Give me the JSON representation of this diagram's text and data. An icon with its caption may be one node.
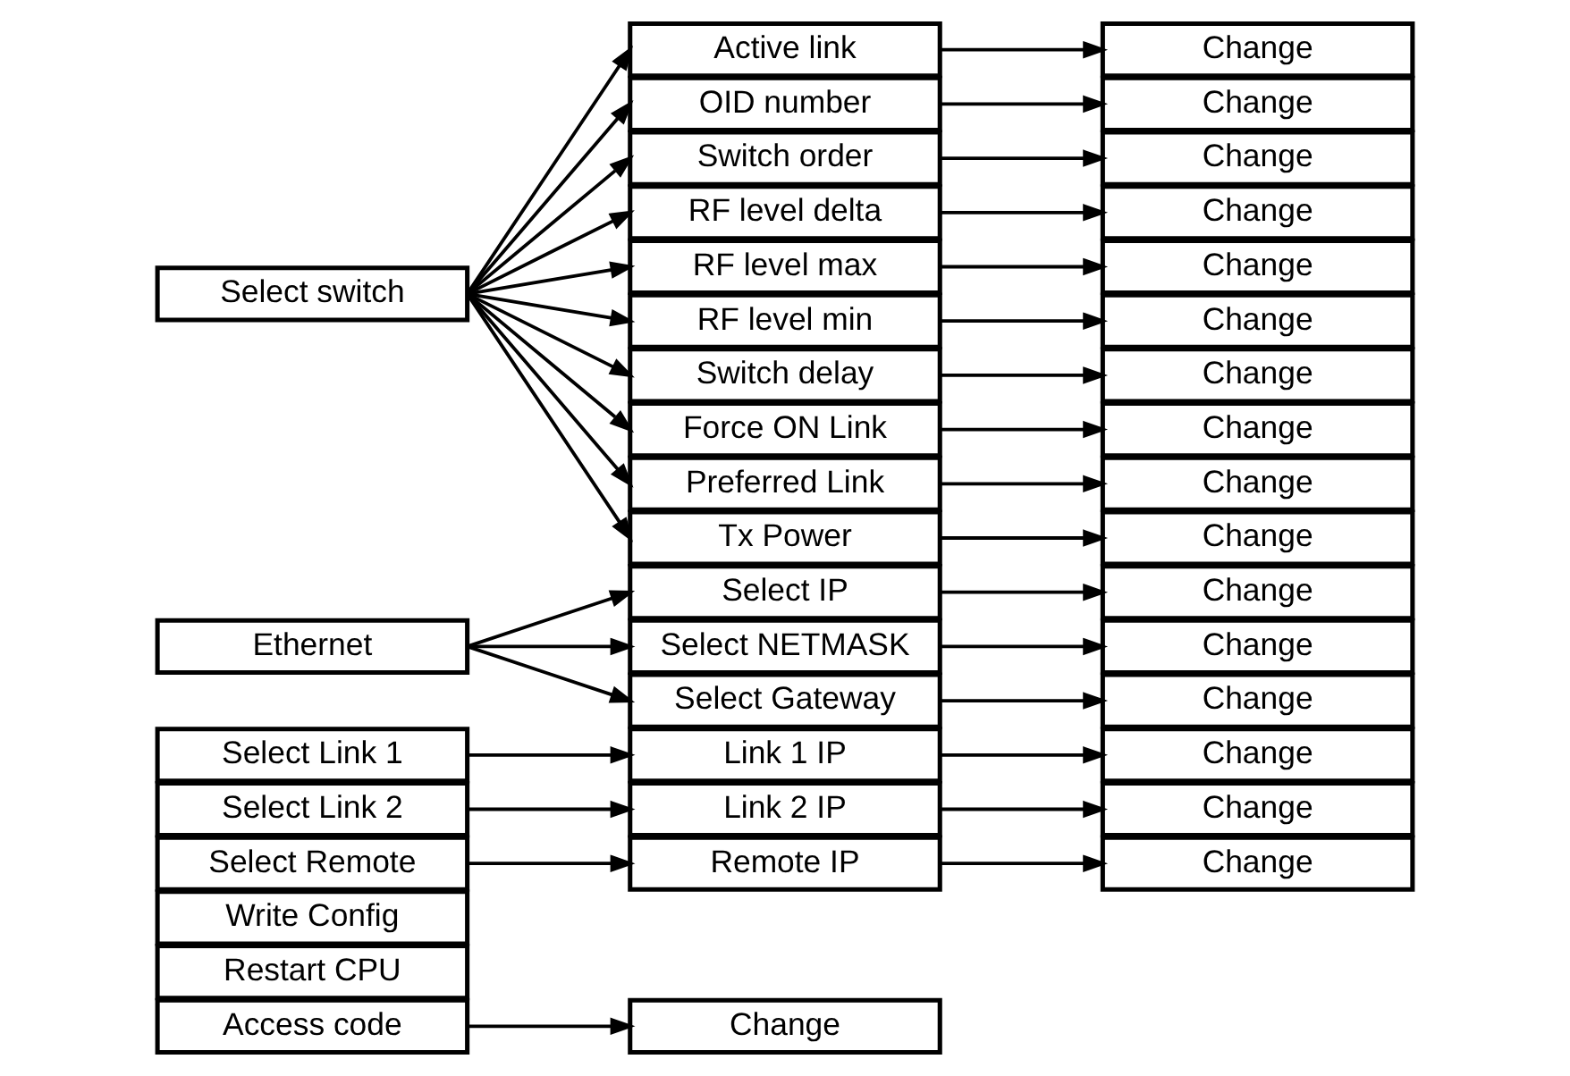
{
  "diagram": {
    "nodes": [
      {
        "text": [
          "Access code"
        ]
      },
      {
        "text": [
          "Restart CPU"
        ]
      },
      {
        "text": [
          "Write Config"
        ]
      },
      {
        "text": [
          "Select Remote"
        ]
      },
      {
        "text": [
          "Select Link 2"
        ]
      },
      {
        "text": [
          "Select Link 1"
        ]
      },
      {
        "text": [
          "Ethernet"
        ]
      },
      {
        "text": [
          "Select switch"
        ]
      },
      {
        "text": [
          "Change"
        ]
      },
      {
        "text": [
          "Remote IP"
        ]
      },
      {
        "text": [
          "Link 2 IP"
        ]
      },
      {
        "text": [
          "Link 1 IP"
        ]
      },
      {
        "text": [
          "Select IP"
        ]
      },
      {
        "text": [
          "Select NETMASK"
        ]
      },
      {
        "text": [
          "Select Gateway"
        ]
      },
      {
        "text": [
          "Active link"
        ]
      },
      {
        "text": [
          "OID number"
        ]
      },
      {
        "text": [
          "Switch order"
        ]
      },
      {
        "text": [
          "RF level delta"
        ]
      },
      {
        "text": [
          "RF level max"
        ]
      },
      {
        "text": [
          "RF level min"
        ]
      },
      {
        "text": [
          "Switch delay"
        ]
      },
      {
        "text": [
          "Force ON Link"
        ]
      },
      {
        "text": [
          "Preferred Link"
        ]
      },
      {
        "text": [
          "Tx Power"
        ]
      },
      {
        "text": [
          "Change"
        ]
      },
      {
        "text": [
          "Change"
        ]
      },
      {
        "text": [
          "Change"
        ]
      },
      {
        "text": [
          "Change"
        ]
      },
      {
        "text": [
          "Change"
        ]
      },
      {
        "text": [
          "Change"
        ]
      },
      {
        "text": [
          "Change"
        ]
      },
      {
        "text": [
          "Change"
        ]
      },
      {
        "text": [
          "Change"
        ]
      },
      {
        "text": [
          "Change"
        ]
      },
      {
        "text": [
          "Change"
        ]
      },
      {
        "text": [
          "Change"
        ]
      },
      {
        "text": [
          "Change"
        ]
      },
      {
        "text": [
          "Change"
        ]
      },
      {
        "text": [
          "Change"
        ]
      },
      {
        "text": [
          "Change"
        ]
      }
    ],
    "edges": [
      {
        "from": 0,
        "to": 8,
        "arrow": "to"
      },
      {
        "from": 3,
        "to": 9,
        "arrow": "to"
      },
      {
        "from": 4,
        "to": 10,
        "arrow": "to"
      },
      {
        "from": 5,
        "to": 11,
        "arrow": "to"
      },
      {
        "from": 6,
        "to": 12,
        "arrow": "to"
      },
      {
        "from": 6,
        "to": 13,
        "arrow": "to"
      },
      {
        "from": 6,
        "to": 14,
        "arrow": "to"
      },
      {
        "from": 7,
        "to": 15,
        "arrow": "to"
      },
      {
        "from": 7,
        "to": 16,
        "arrow": "to"
      },
      {
        "from": 7,
        "to": 17,
        "arrow": "to"
      },
      {
        "from": 7,
        "to": 18,
        "arrow": "to"
      },
      {
        "from": 7,
        "to": 19,
        "arrow": "to"
      },
      {
        "from": 7,
        "to": 20,
        "arrow": "to"
      },
      {
        "from": 7,
        "to": 21,
        "arrow": "to"
      },
      {
        "from": 7,
        "to": 22,
        "arrow": "to"
      },
      {
        "from": 7,
        "to": 23,
        "arrow": "to"
      },
      {
        "from": 7,
        "to": 24,
        "arrow": "to"
      },
      {
        "from": 9,
        "to": 25,
        "arrow": "to"
      },
      {
        "from": 10,
        "to": 26,
        "arrow": "to"
      },
      {
        "from": 11,
        "to": 27,
        "arrow": "to"
      },
      {
        "from": 12,
        "to": 28,
        "arrow": "to"
      },
      {
        "from": 13,
        "to": 29,
        "arrow": "to"
      },
      {
        "from": 14,
        "to": 30,
        "arrow": "to"
      },
      {
        "from": 15,
        "to": 31,
        "arrow": "to"
      },
      {
        "from": 16,
        "to": 32,
        "arrow": "to"
      },
      {
        "from": 17,
        "to": 33,
        "arrow": "to"
      },
      {
        "from": 18,
        "to": 34,
        "arrow": "to"
      },
      {
        "from": 19,
        "to": 35,
        "arrow": "to"
      },
      {
        "from": 20,
        "to": 36,
        "arrow": "to"
      },
      {
        "from": 21,
        "to": 37,
        "arrow": "to"
      },
      {
        "from": 22,
        "to": 38,
        "arrow": "to"
      },
      {
        "from": 23,
        "to": 39,
        "arrow": "to"
      },
      {
        "from": 24,
        "to": 40,
        "arrow": "to"
      }
    ]
  }
}
